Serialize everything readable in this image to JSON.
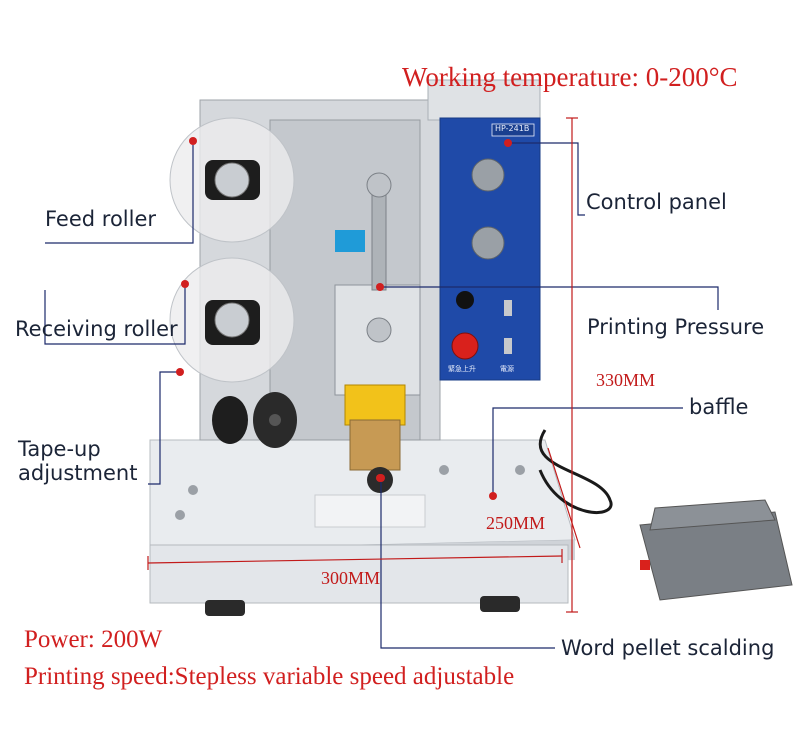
{
  "header": {
    "working_temperature": "Working temperature: 0-200°C"
  },
  "callouts": {
    "feed_roller": "Feed roller",
    "receiving_roller": "Receiving roller",
    "tape_up_line1": "Tape-up",
    "tape_up_line2": "adjustment",
    "control_panel": "Control panel",
    "printing_pressure": "Printing Pressure",
    "baffle": "baffle",
    "word_pellet": "Word pellet scalding"
  },
  "dimensions": {
    "height": "330MM",
    "depth": "250MM",
    "width": "300MM"
  },
  "panel": {
    "model": "HP-241B",
    "emergency": "緊急上升",
    "power": "電源"
  },
  "specs": {
    "power": "Power: 200W",
    "printing_speed": "Printing speed:Stepless variable speed adjustable"
  },
  "colors": {
    "accent_red": "#d11f1f",
    "label_text": "#1b2437",
    "leader_line": "#1c2a6b",
    "panel_blue": "#1f4aa8"
  }
}
